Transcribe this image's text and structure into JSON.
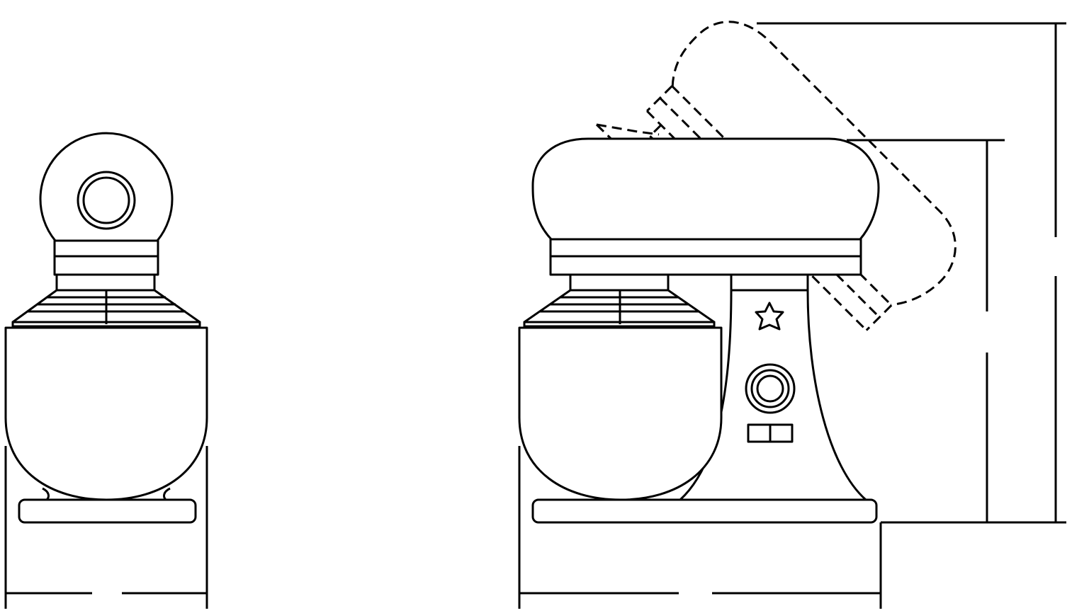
{
  "diagram": {
    "subject": "stand-mixer",
    "views": [
      "front-view",
      "side-view"
    ],
    "line_color": "#000000",
    "background": "#ffffff",
    "tilted_head_style": "dashed"
  }
}
